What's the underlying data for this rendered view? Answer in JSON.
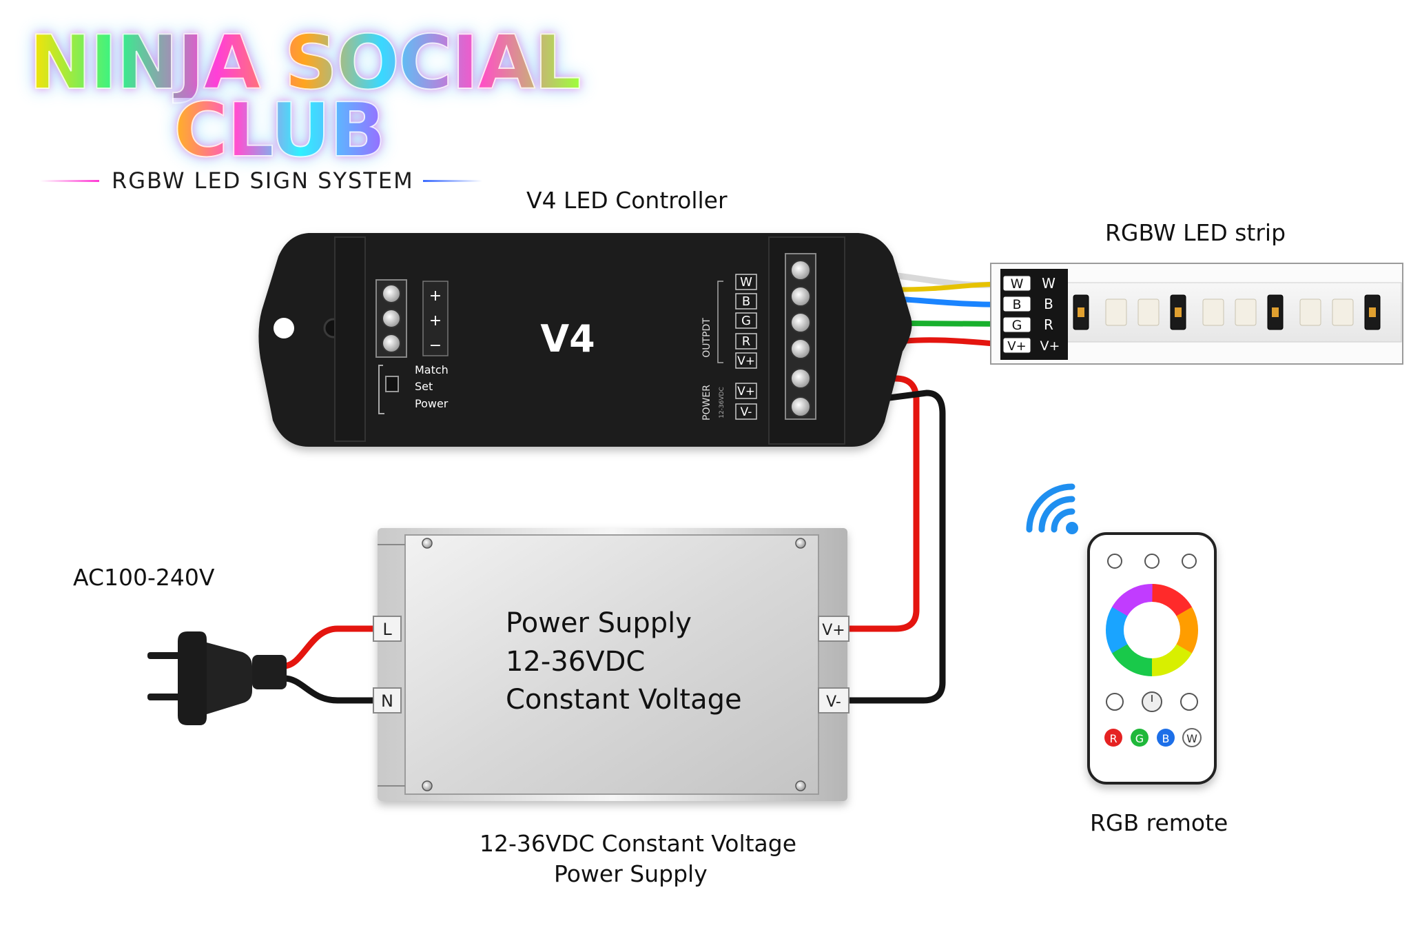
{
  "brand": {
    "line1": "NINJA SOCIAL",
    "line2": "CLUB",
    "subtitle": "RGBW LED SIGN SYSTEM"
  },
  "controller": {
    "caption": "V4 LED Controller",
    "model_label": "V4",
    "button_labels": [
      "+",
      "+",
      "−"
    ],
    "indicator_labels": [
      "Match",
      "Set",
      "Power"
    ],
    "output_group_label": "OUTPDT",
    "output_terminals": [
      "W",
      "B",
      "G",
      "R",
      "V+"
    ],
    "power_group_label": "POWER",
    "power_sub_label": "12-36VDC",
    "power_terminals": [
      "V+",
      "V-"
    ]
  },
  "led_strip": {
    "caption": "RGBW LED strip",
    "connector_pins": [
      "W",
      "B",
      "G",
      "V+"
    ],
    "pin_labels": [
      "W",
      "B",
      "R",
      "V+"
    ]
  },
  "power_supply": {
    "title_lines": [
      "Power Supply",
      "12-36VDC",
      "Constant Voltage"
    ],
    "input_terminals": [
      "L",
      "N"
    ],
    "output_terminals": [
      "V+",
      "V-"
    ],
    "caption_lines": [
      "12-36VDC Constant Voltage",
      "Power Supply"
    ]
  },
  "mains": {
    "label": "AC100-240V"
  },
  "remote": {
    "caption": "RGB remote",
    "color_buttons": [
      "R",
      "G",
      "B",
      "W"
    ]
  },
  "colors": {
    "wire_white": "#e6c200",
    "wire_blue": "#1a84ff",
    "wire_green": "#18b02d",
    "wire_red": "#e4150f",
    "wire_black": "#141414",
    "wifi": "#1f8ff0",
    "controller_body": "#1f1f1f"
  }
}
